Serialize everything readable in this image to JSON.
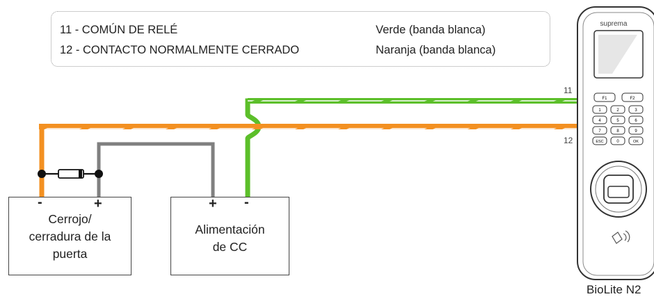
{
  "legend": {
    "rows": [
      {
        "pin": "11 - COMÚN DE RELÉ",
        "color": "Verde (banda blanca)"
      },
      {
        "pin": "12 - CONTACTO NORMALMENTE CERRADO",
        "color": "Naranja (banda blanca)"
      }
    ]
  },
  "lock_box": {
    "lines": [
      "Cerrojo/",
      "cerradura de la",
      "puerta"
    ],
    "minus": "-",
    "plus": "+"
  },
  "power_box": {
    "lines": [
      "Alimentación",
      "de CC"
    ],
    "plus": "+",
    "minus": "-"
  },
  "wires": {
    "label_11": "11",
    "label_12": "12"
  },
  "device": {
    "brand": "suprema",
    "name": "BioLite N2",
    "keys": [
      "F1",
      "F2",
      "1",
      "2",
      "3",
      "4",
      "5",
      "6",
      "7",
      "8",
      "9",
      "ESC",
      "0",
      "OK"
    ]
  },
  "colors": {
    "green": "#5cbf2a",
    "orange": "#f39021",
    "gray": "#808080",
    "black": "#111111"
  }
}
